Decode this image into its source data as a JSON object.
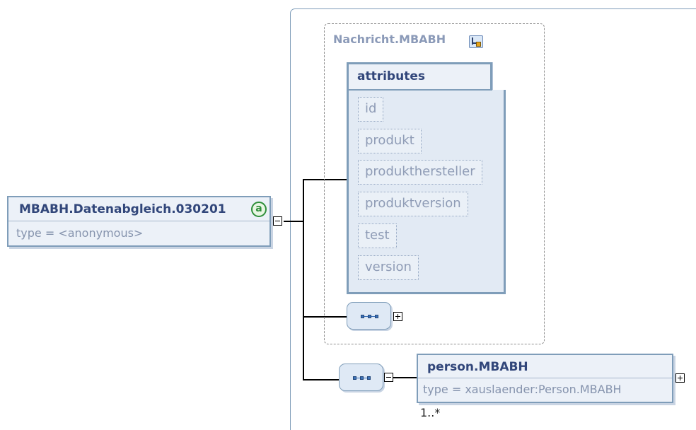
{
  "root_element": {
    "name": "MBABH.Datenabgleich.030201",
    "badge": "a",
    "type_text": "type = <anonymous>"
  },
  "group": {
    "name": "Nachricht.MBABH",
    "icon": "group-ref-icon"
  },
  "attributes": {
    "label": "attributes",
    "items": [
      "id",
      "produkt",
      "produkthersteller",
      "produktversion",
      "test",
      "version"
    ]
  },
  "sequences": [
    {
      "icon": "sequence-icon",
      "expand_state": "+"
    },
    {
      "icon": "sequence-icon",
      "expand_state": "-"
    }
  ],
  "person_element": {
    "name": "person.MBABH",
    "type_text": "type = xauslaender:Person.MBABH",
    "cardinality": "1..*",
    "expand_state": "+"
  },
  "colors": {
    "element_border": "#7f9db9",
    "element_fill": "#ecf1f8",
    "title_text": "#31467a",
    "muted_text": "#8593ad",
    "attribute_badge": "#2f8f3a"
  }
}
